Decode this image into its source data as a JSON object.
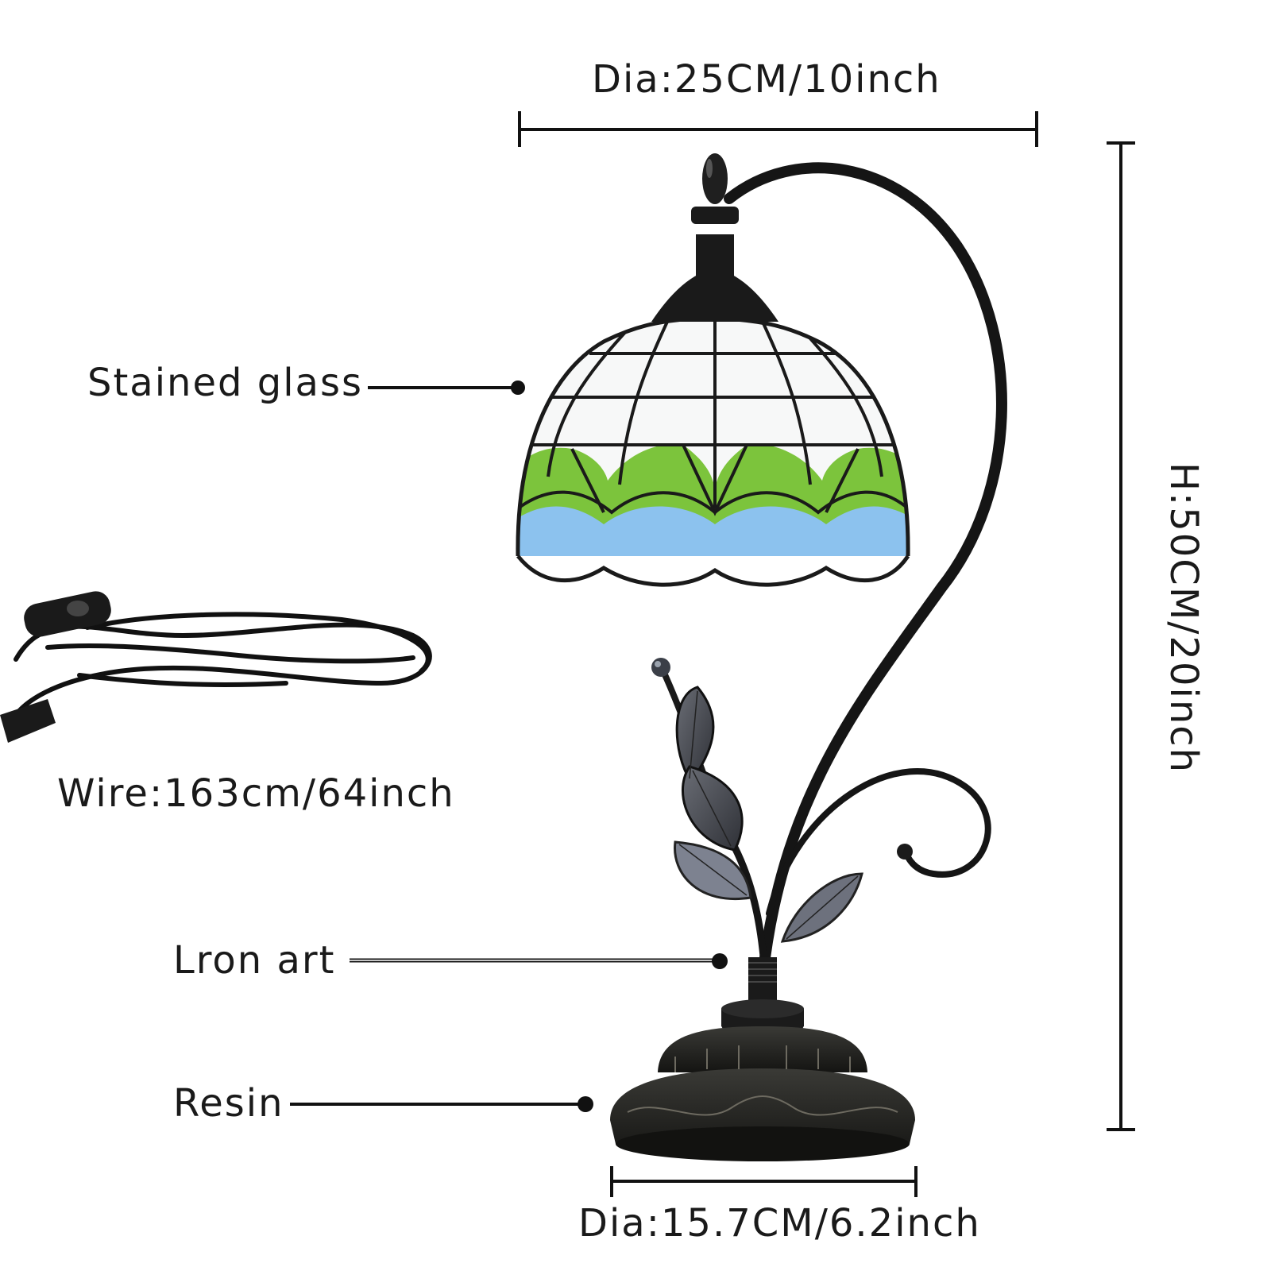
{
  "dimensions": {
    "shade_diameter": "Dia:25CM/10inch",
    "height": "H:50CM/20inch",
    "base_diameter": "Dia:15.7CM/6.2inch",
    "wire_length": "Wire:163cm/64inch"
  },
  "callouts": {
    "shade_material": "Stained glass",
    "stem_material": "Lron art",
    "base_material": "Resin"
  },
  "colors": {
    "shade_white": "#f7f8f8",
    "shade_green": "#7cc43c",
    "shade_blue": "#8cc2ee",
    "metal": "#151515",
    "leaf": "#4a4d55",
    "line": "#111111"
  }
}
